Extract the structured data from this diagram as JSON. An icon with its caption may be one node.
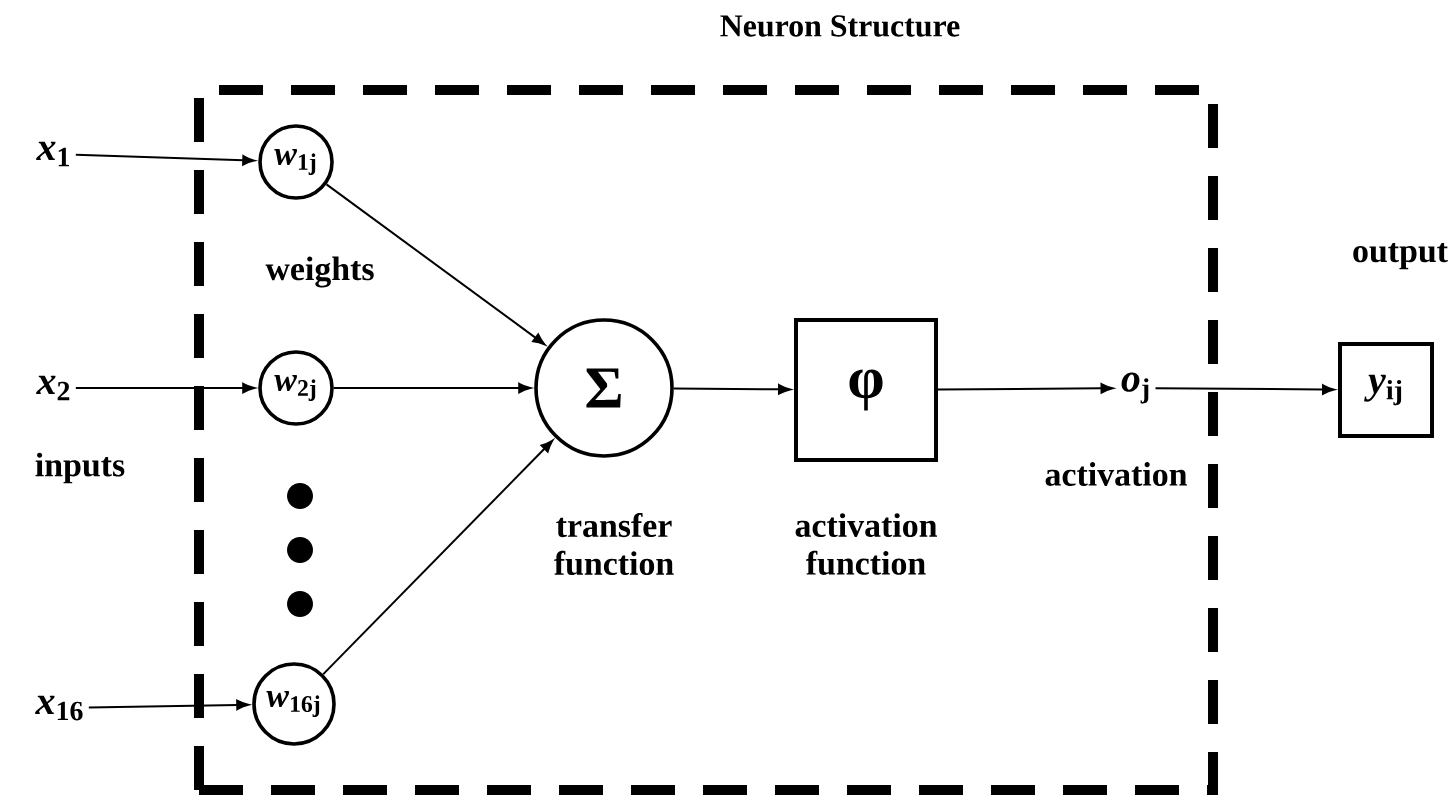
{
  "diagram": {
    "nodes": [
      {
        "text": [
          "Neuron Structure"
        ]
      },
      {
        "text": [
          "*x*$_{1}$"
        ]
      },
      {
        "text": [
          "*x*$_{2}$"
        ]
      },
      {
        "text": [
          "*x*$_{16}$"
        ]
      },
      {
        "text": [
          "*w*$_{1j}$"
        ],
        "in": 0
      },
      {
        "text": [
          "*w*$_{2j}$"
        ],
        "in": 0
      },
      {
        "text": [
          "*w*$_{16j}$"
        ],
        "in": 0
      },
      {
        "text": [
          "Σ"
        ],
        "in": 0,
        "beside": [
          "transfer function"
        ]
      },
      {
        "text": [
          "φ"
        ],
        "in": 0,
        "beside": [
          "activation function"
        ]
      },
      {
        "text": [
          "*o*$_{j}$"
        ],
        "in": 0,
        "beside": [
          "activation"
        ]
      },
      {
        "text": [
          "*y*$_{ij}$"
        ],
        "beside": [
          "output"
        ]
      }
    ],
    "edges": [
      {
        "from": 1,
        "to": 4,
        "arrow": "to"
      },
      {
        "from": 2,
        "to": 5,
        "arrow": "to"
      },
      {
        "from": 3,
        "to": 6,
        "arrow": "to"
      },
      {
        "from": 4,
        "to": 7,
        "arrow": "to"
      },
      {
        "from": 5,
        "to": 7,
        "arrow": "to"
      },
      {
        "from": 6,
        "to": 7,
        "arrow": "to"
      },
      {
        "from": 7,
        "to": 8,
        "arrow": "to"
      },
      {
        "from": 8,
        "to": 9,
        "arrow": "to"
      },
      {
        "from": 9,
        "to": 10,
        "arrow": "to"
      }
    ],
    "labels": [
      "weights",
      "inputs"
    ]
  }
}
